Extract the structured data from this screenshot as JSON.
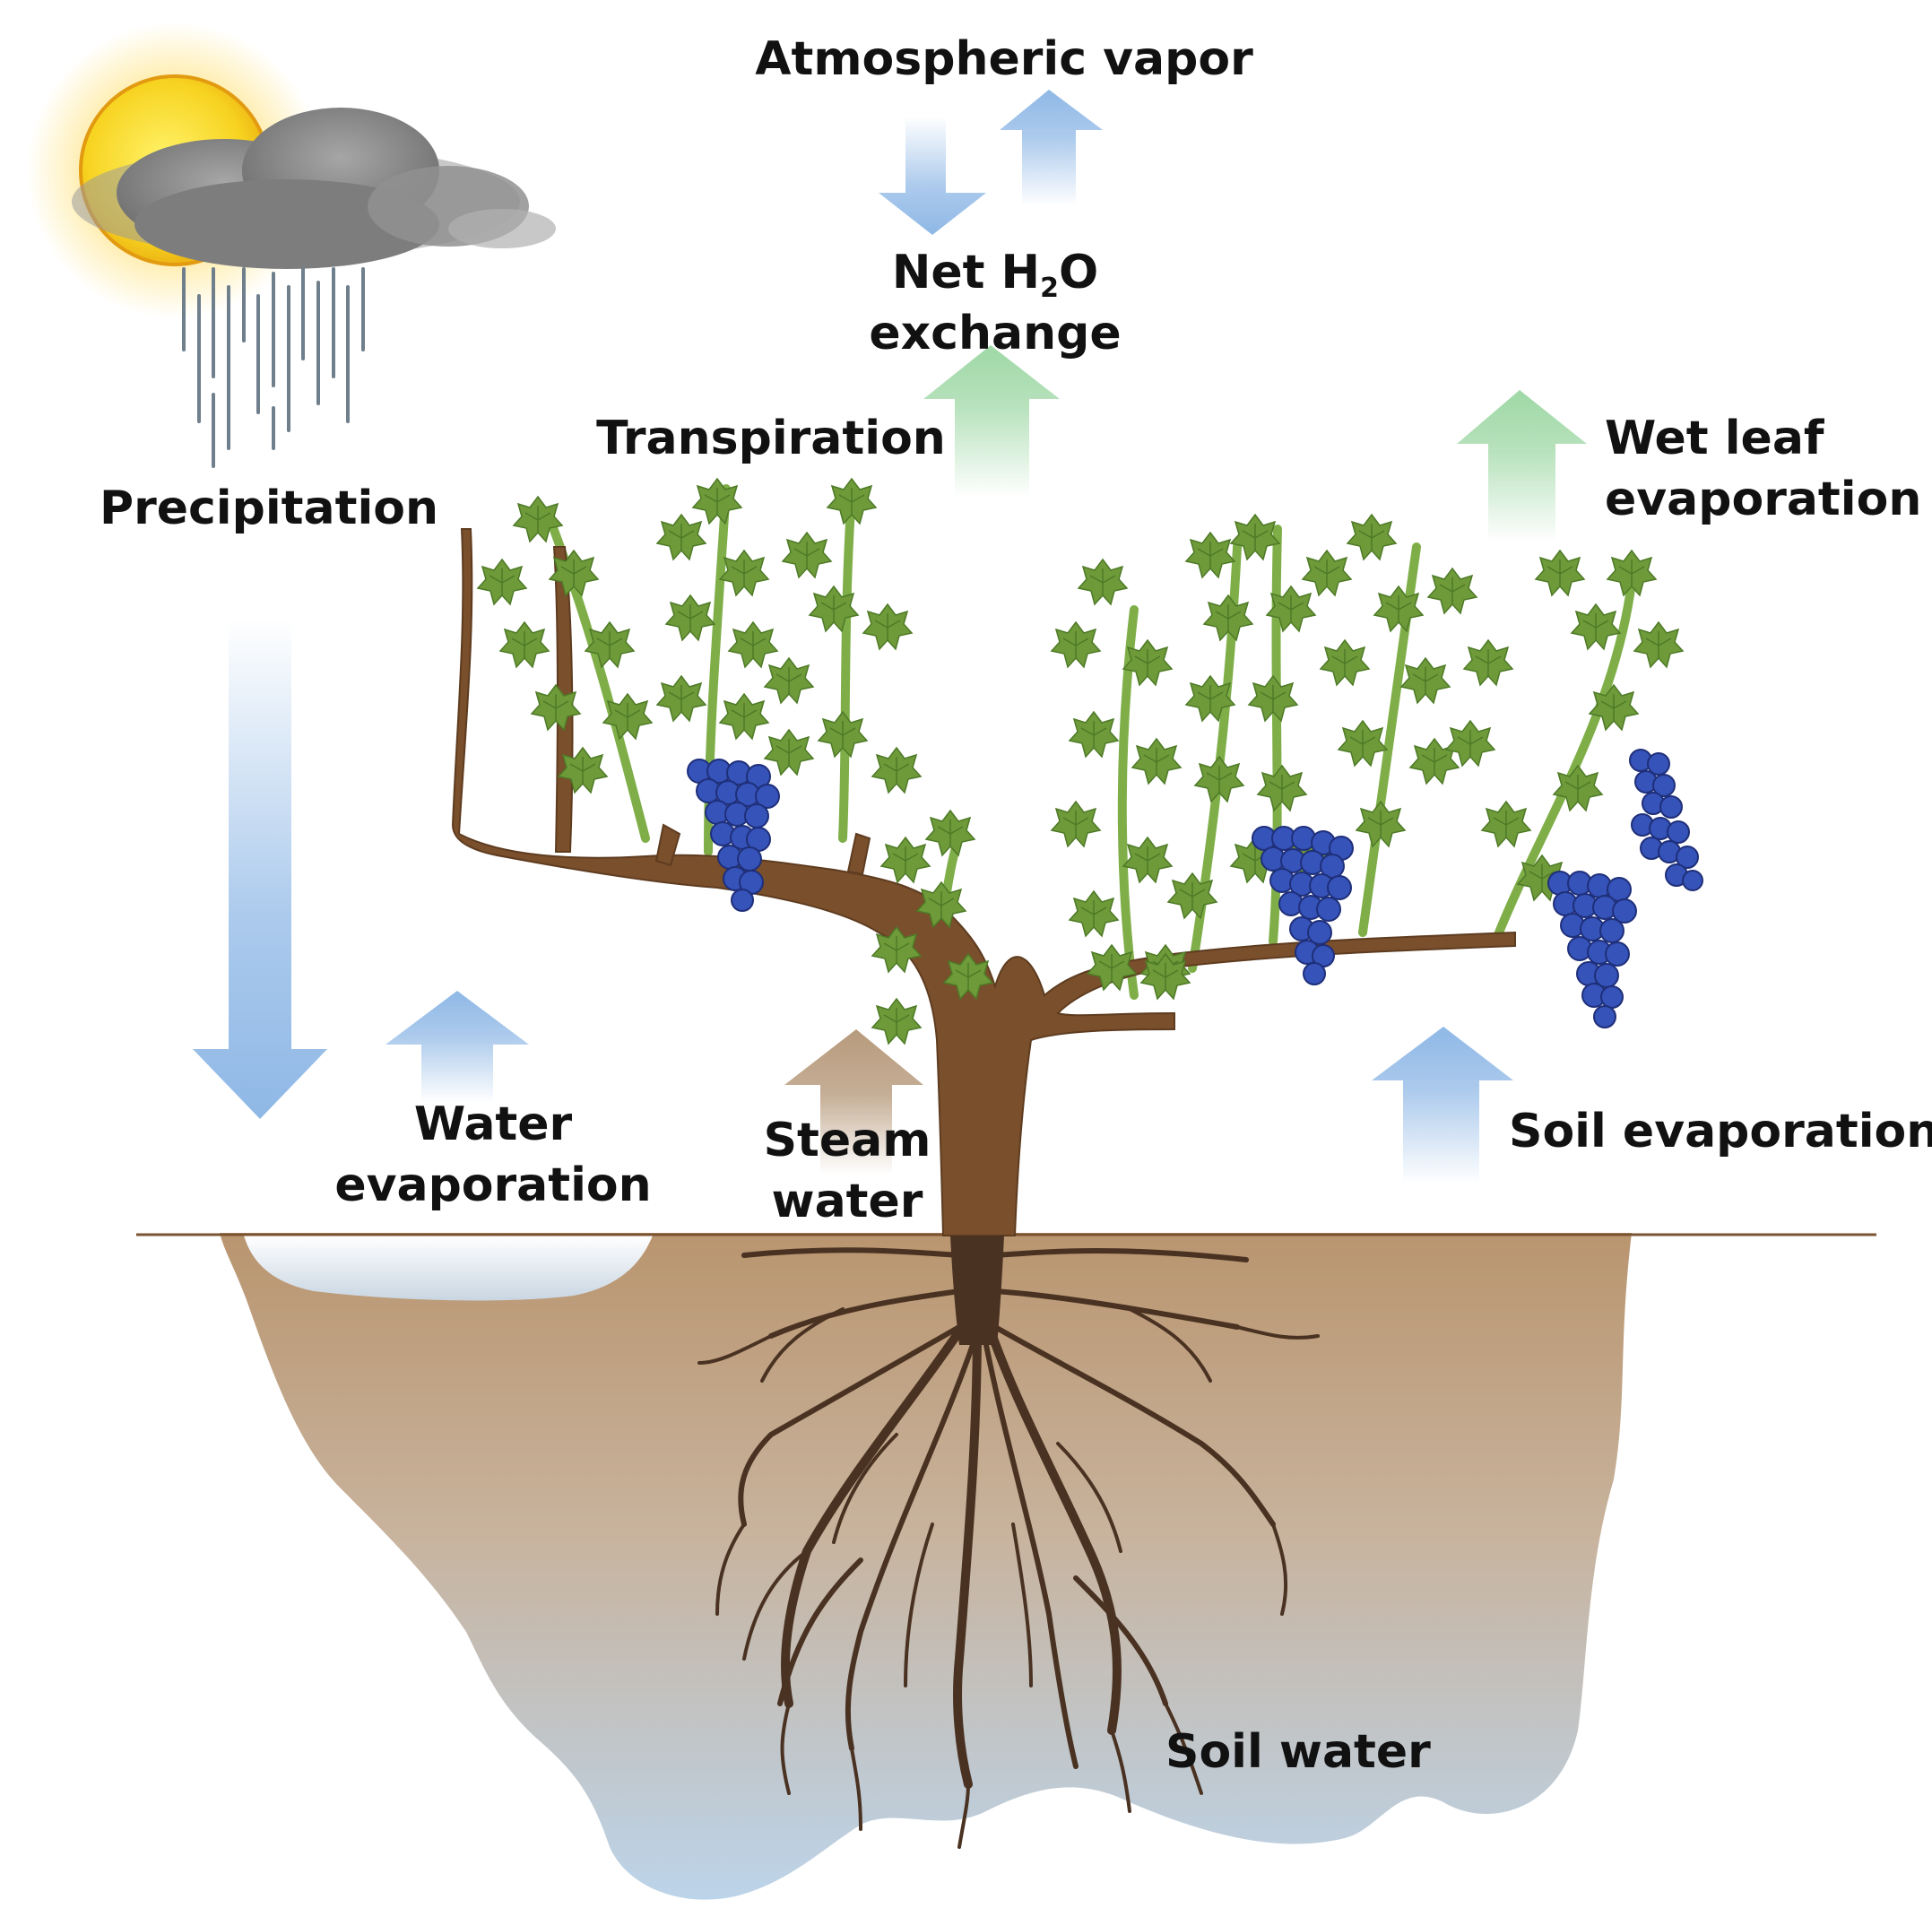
{
  "labels": {
    "atmospheric_vapor": "Atmospheric vapor",
    "net_exchange_line1_prefix": "Net H",
    "net_exchange_subscript": "2",
    "net_exchange_line1_suffix": "O",
    "net_exchange_line2": "exchange",
    "transpiration": "Transpiration",
    "wet_leaf_line1": "Wet leaf",
    "wet_leaf_line2": "evaporation",
    "precipitation": "Precipitation",
    "water_evap_line1": "Water",
    "water_evap_line2": "evaporation",
    "steam_water_line1": "Steam",
    "steam_water_line2": "water",
    "soil_evaporation": "Soil evaporation",
    "soil_water": "Soil water"
  },
  "colors": {
    "blue_arrow": "#8fb8e6",
    "green_arrow": "#9fd8a6",
    "brown_arrow": "#b79a7c",
    "soil_top": "#b9956f",
    "soil_bottom": "#bcd4ea",
    "trunk": "#7a4f2c",
    "root": "#4a3222",
    "leaf": "#6f9a3a",
    "grape": "#3553b8",
    "sun": "#f7d320",
    "cloud": "#8d8d8d",
    "rain": "#6f7f8c"
  },
  "icons": [
    "sun-icon",
    "cloud-icon",
    "rain-icon",
    "grapevine-icon",
    "grape-cluster-icon",
    "roots-icon"
  ]
}
